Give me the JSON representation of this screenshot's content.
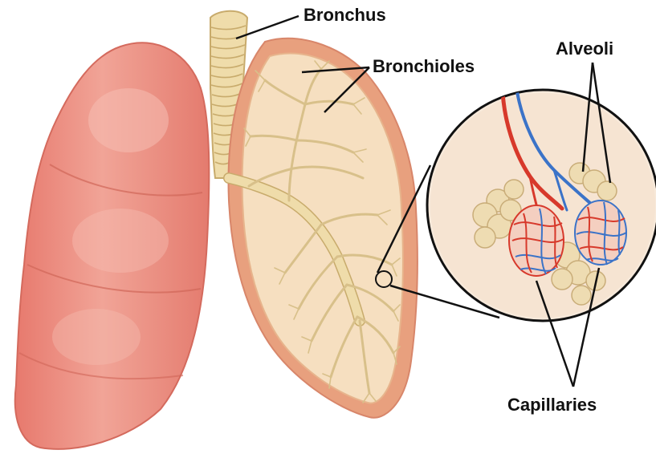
{
  "labels": {
    "bronchus": "Bronchus",
    "bronchioles": "Bronchioles",
    "alveoli": "Alveoli",
    "capillaries": "Capillaries"
  },
  "colors": {
    "lung_outer": "#e9877c",
    "lung_outer_light": "#f3aea2",
    "lung_section_rim": "#e2967a",
    "lung_section_fill": "#f6dfc0",
    "airway": "#efdcaa",
    "airway_stroke": "#c8ab6c",
    "artery_red": "#d7392b",
    "vein_blue": "#3b73c8",
    "alveoli_fill": "#eedcb2",
    "leader_line": "#111111"
  }
}
